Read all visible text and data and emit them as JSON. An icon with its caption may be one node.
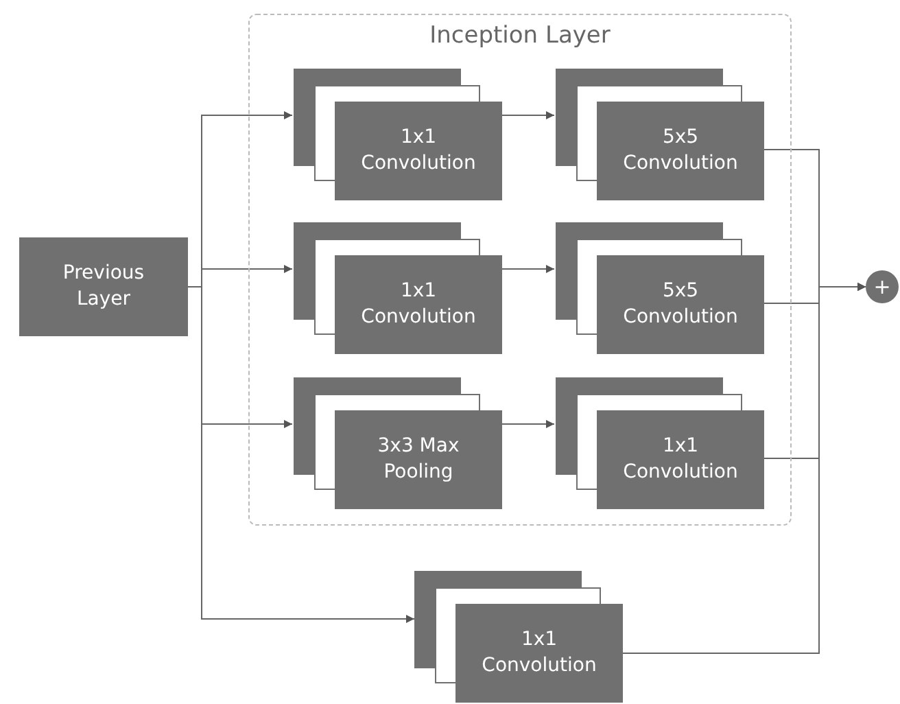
{
  "diagram": {
    "nodes": [
      {
        "text": [
          "Inception Layer"
        ]
      },
      {
        "text": [
          "Previous Layer"
        ]
      },
      {
        "text": [
          "1x1 Convolution"
        ],
        "in": 0
      },
      {
        "text": [
          "5x5 Convolution"
        ],
        "in": 0
      },
      {
        "text": [
          "1x1 Convolution"
        ],
        "in": 0
      },
      {
        "text": [
          "5x5 Convolution"
        ],
        "in": 0
      },
      {
        "text": [
          "3x3 Max Pooling"
        ],
        "in": 0
      },
      {
        "text": [
          "1x1 Convolution"
        ],
        "in": 0
      },
      {
        "text": [
          "1x1 Convolution"
        ]
      },
      {
        "text": [
          "+"
        ]
      }
    ],
    "edges": [
      {
        "from": 1,
        "to": 2,
        "arrow": "to"
      },
      {
        "from": 1,
        "to": 4,
        "arrow": "to"
      },
      {
        "from": 1,
        "to": 6,
        "arrow": "to"
      },
      {
        "from": 1,
        "to": 8,
        "arrow": "to"
      },
      {
        "from": 2,
        "to": 3,
        "arrow": "to"
      },
      {
        "from": 4,
        "to": 5,
        "arrow": "to"
      },
      {
        "from": 6,
        "to": 7,
        "arrow": "to"
      },
      {
        "from": 3,
        "to": 9,
        "arrow": "to"
      },
      {
        "from": 5,
        "to": 9,
        "arrow": "to"
      },
      {
        "from": 7,
        "to": 9,
        "arrow": "to"
      },
      {
        "from": 8,
        "to": 9,
        "arrow": "to"
      }
    ]
  }
}
